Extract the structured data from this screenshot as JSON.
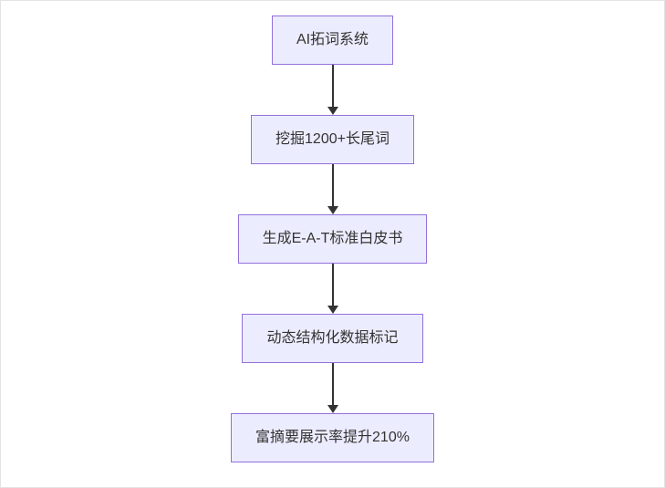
{
  "diagram": {
    "type": "flowchart",
    "direction": "top-down",
    "nodes": [
      {
        "id": "ai-expansion",
        "label": "AI拓词系统"
      },
      {
        "id": "longtail",
        "label": "挖掘1200+长尾词"
      },
      {
        "id": "whitepaper",
        "label": "生成E-A-T标准白皮书"
      },
      {
        "id": "structured-data",
        "label": "动态结构化数据标记"
      },
      {
        "id": "rich-snippet",
        "label": "富摘要展示率提升210%"
      }
    ],
    "edges": [
      {
        "from": "ai-expansion",
        "to": "longtail"
      },
      {
        "from": "longtail",
        "to": "whitepaper"
      },
      {
        "from": "whitepaper",
        "to": "structured-data"
      },
      {
        "from": "structured-data",
        "to": "rich-snippet"
      }
    ]
  },
  "colors": {
    "node_fill": "#ECECFF",
    "node_border": "#9370DB",
    "node_text": "#333333",
    "arrow_color": "#333333",
    "canvas_bg": "#ffffff"
  }
}
